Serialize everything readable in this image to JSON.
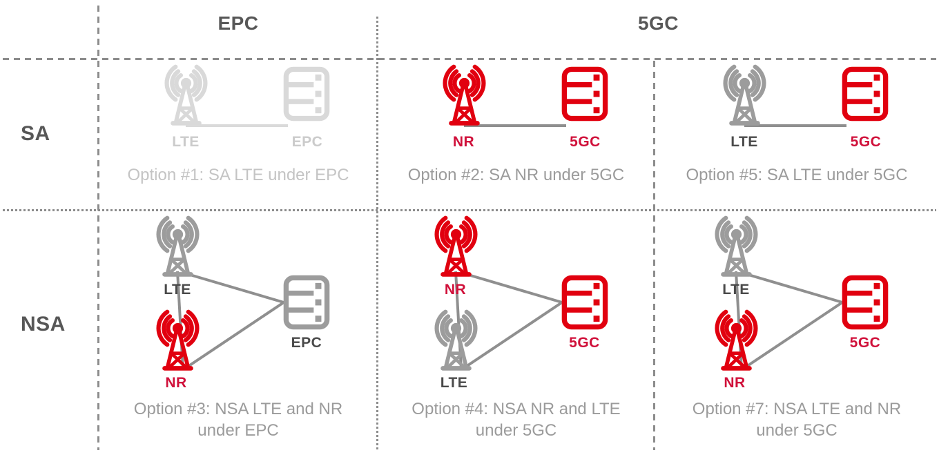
{
  "palette": {
    "icon_red": "#e1000f",
    "label_red": "#d0103a",
    "icon_gray": "#9c9c9c",
    "icon_light_gray": "#d9d9d9",
    "label_dark_gray": "#4a4a4a",
    "label_light_gray": "#cbcbcb",
    "caption_gray": "#9b9b9b",
    "caption_light_gray": "#c4c4c4",
    "connection_line_gray": "#8f8f8f",
    "divider_gray": "#8c8c8c",
    "header_gray": "#575757"
  },
  "column_headers": {
    "epc": "EPC",
    "fivegc": "5GC"
  },
  "row_headers": {
    "sa": "SA",
    "nsa": "NSA"
  },
  "cells": [
    {
      "ran": "LTE",
      "core": "EPC",
      "caption": "Option #1: SA LTE under EPC"
    },
    {
      "ran": "NR",
      "core": "5GC",
      "caption": "Option #2: SA NR under 5GC"
    },
    {
      "ran": "LTE",
      "core": "5GC",
      "caption": "Option #5: SA LTE under 5GC"
    },
    {
      "ran_top": "LTE",
      "ran_bottom": "NR",
      "core": "EPC",
      "caption": "Option #3: NSA LTE and NR under EPC"
    },
    {
      "ran_top": "NR",
      "ran_bottom": "LTE",
      "core": "5GC",
      "caption": "Option #4: NSA NR and LTE under 5GC"
    },
    {
      "ran_top": "LTE",
      "ran_bottom": "NR",
      "core": "5GC",
      "caption": "Option #7: NSA LTE and NR under 5GC"
    }
  ]
}
